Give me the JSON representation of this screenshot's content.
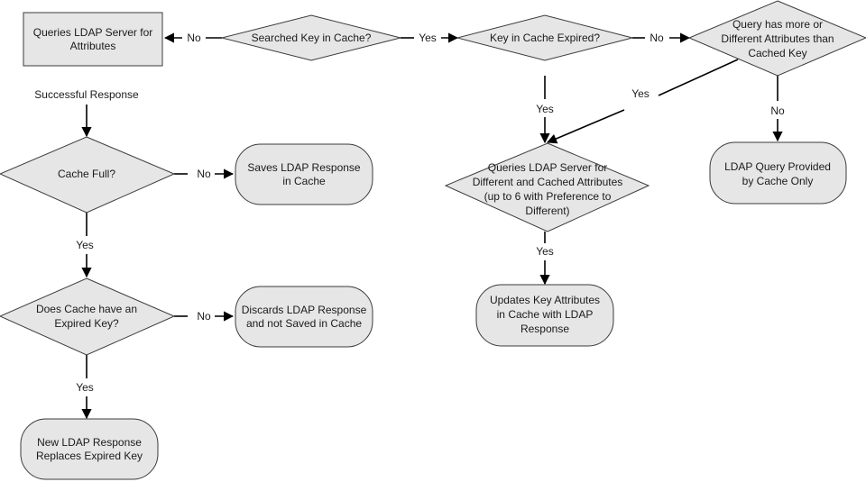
{
  "nodes": {
    "queries_ldap": [
      "Queries LDAP Server for",
      "Attributes"
    ],
    "searched_key": [
      "Searched Key in Cache?"
    ],
    "key_expired": [
      "Key in Cache Expired?"
    ],
    "query_more": [
      "Query has more or",
      "Different Attributes than",
      "Cached Key"
    ],
    "cache_full": [
      "Cache Full?"
    ],
    "saves_response": [
      "Saves LDAP Response",
      "in Cache"
    ],
    "queries_different": [
      "Queries LDAP Server for",
      "Different and Cached Attributes",
      "(up to 6 with Preference to",
      "Different)"
    ],
    "provided_by_cache": [
      "LDAP Query Provided",
      "by Cache Only"
    ],
    "expired_key": [
      "Does Cache have an",
      "Expired Key?"
    ],
    "discards_response": [
      "Discards LDAP Response",
      "and not Saved in Cache"
    ],
    "updates_key": [
      "Updates Key Attributes",
      "in Cache with LDAP",
      "Response"
    ],
    "replaces_expired": [
      "New LDAP Response",
      "Replaces Expired Key"
    ]
  },
  "edge_labels": {
    "searched_no": "No",
    "searched_yes": "Yes",
    "expired_no": "No",
    "query_more_yes": "Yes",
    "expired_yes": "Yes",
    "query_more_no": "No",
    "successful_response": "Successful Response",
    "cache_full_no": "No",
    "queries_different_yes": "Yes",
    "cache_full_yes": "Yes",
    "expired_key_no": "No",
    "expired_key_yes": "Yes"
  }
}
